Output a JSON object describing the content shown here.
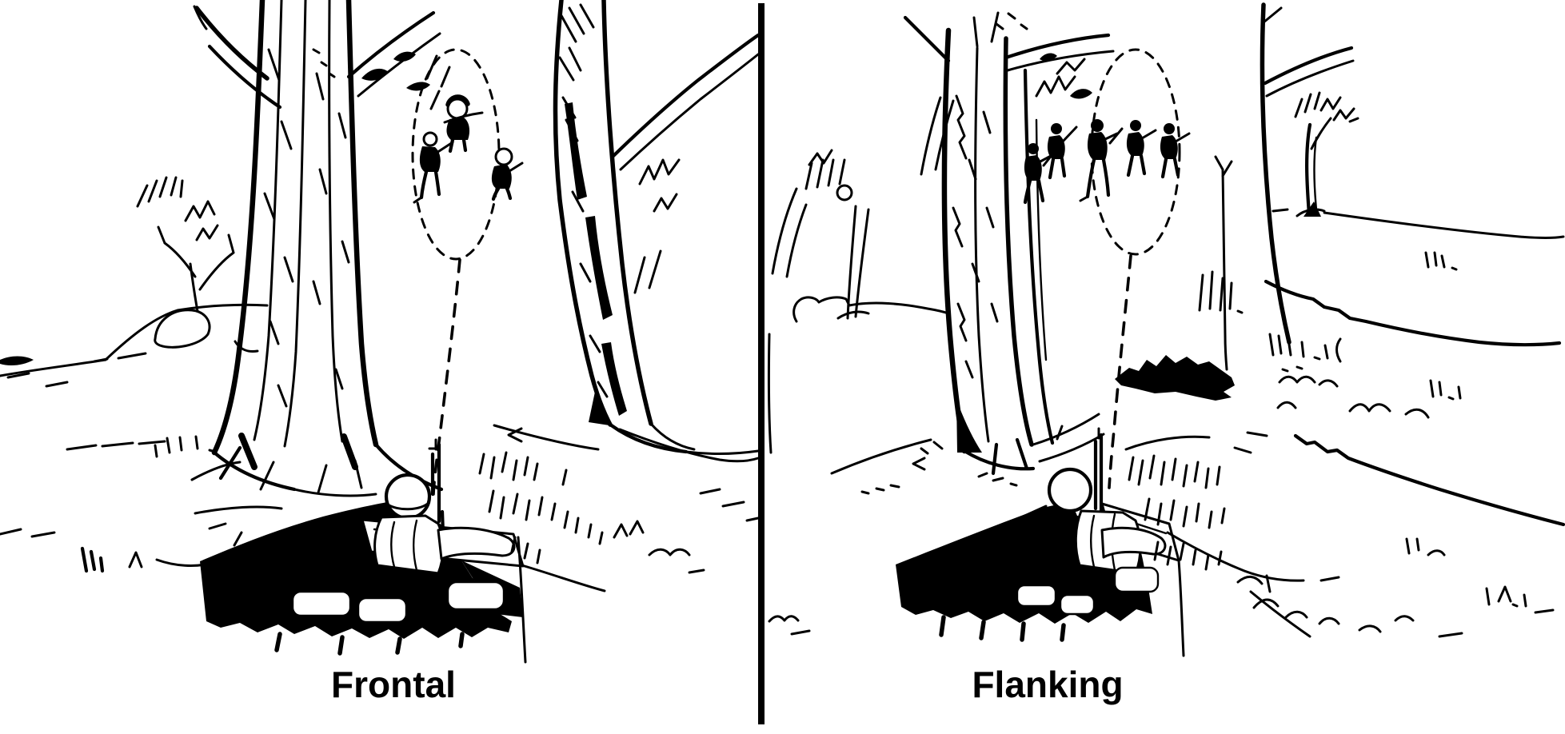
{
  "figure": {
    "background_color": "#ffffff",
    "ink_color": "#000000",
    "divider": {
      "color": "#000000"
    },
    "panels": [
      {
        "id": "frontal",
        "label": "Frontal",
        "enemy_figures": 3,
        "depicts": "rifleman in foxhole, dashed sight line to dashed ellipse around enemy soldiers approaching head-on through trees"
      },
      {
        "id": "flanking",
        "label": "Flanking",
        "enemy_figures": 5,
        "depicts": "rifleman in foxhole, dashed sight line to dashed ellipse around enemy soldiers crossing laterally through trees"
      }
    ]
  }
}
